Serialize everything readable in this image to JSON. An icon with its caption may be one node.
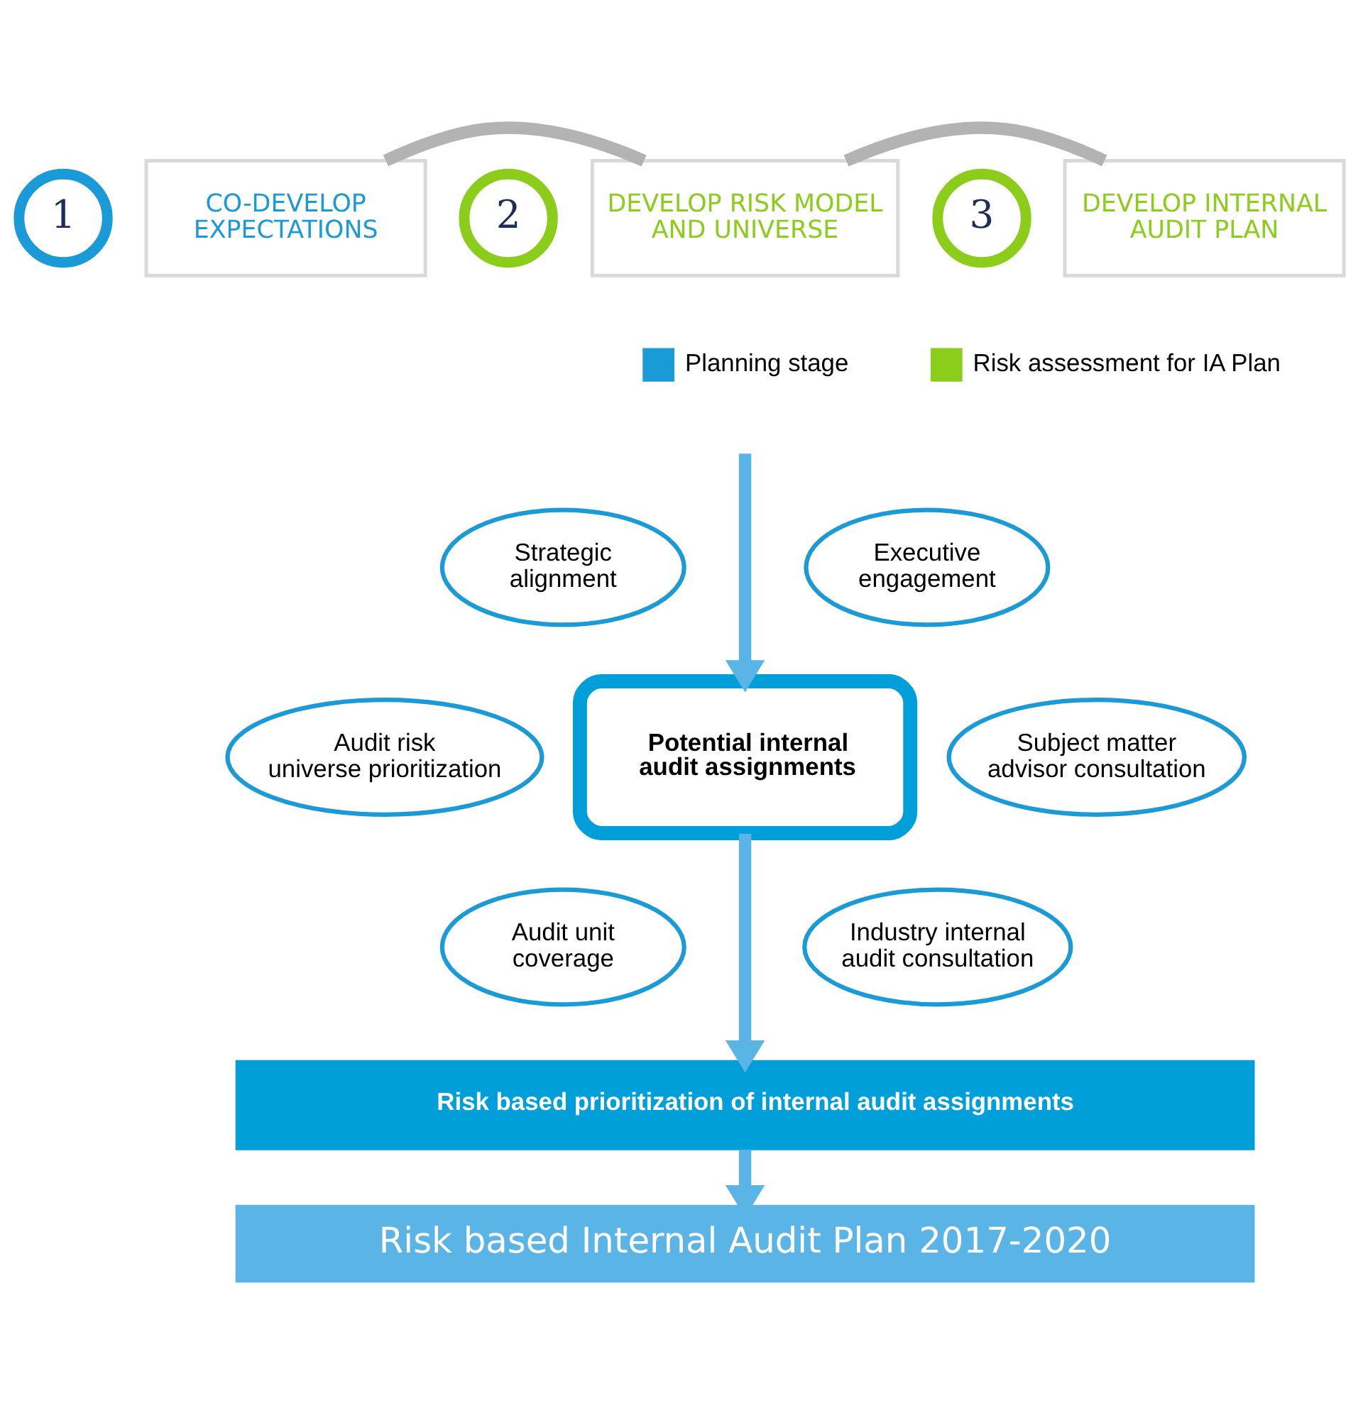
{
  "diagram": {
    "nodes": [
      {
        "text": [
          "1"
        ]
      },
      {
        "text": [
          "CO-DEVELOP EXPECTATIONS"
        ]
      },
      {
        "text": [
          "2"
        ]
      },
      {
        "text": [
          "DEVELOP RISK MODEL AND UNIVERSE"
        ]
      },
      {
        "text": [
          "3"
        ]
      },
      {
        "text": [
          "DEVELOP INTERNAL AUDIT PLAN"
        ]
      },
      {
        "text": [
          "Strategic alignment"
        ]
      },
      {
        "text": [
          "Executive engagement"
        ]
      },
      {
        "text": [
          "Audit risk universe prioritization"
        ]
      },
      {
        "text": [
          "Subject matter advisor consultation"
        ]
      },
      {
        "text": [
          "Audit unit coverage"
        ]
      },
      {
        "text": [
          "Industry internal audit consultation"
        ]
      },
      {
        "text": [
          "Potential internal audit assignments"
        ]
      },
      {
        "text": [
          "Risk based prioritization of internal audit assignments"
        ]
      },
      {
        "text": [
          "Risk based Internal Audit Plan 2017-2020"
        ]
      }
    ],
    "edges": [
      {
        "from": 1,
        "to": 3,
        "arrow": "none",
        "color": "#b3b3b3"
      },
      {
        "from": 3,
        "to": 5,
        "arrow": "none",
        "color": "#b3b3b3"
      },
      {
        "from": null,
        "to": 12,
        "arrow": "to"
      },
      {
        "from": 12,
        "to": 13,
        "arrow": "to"
      },
      {
        "from": 13,
        "to": 14,
        "arrow": "to"
      }
    ],
    "legend": [
      {
        "text": "Planning stage",
        "color": "#1a9ad6"
      },
      {
        "text": "Risk assessment for IA Plan",
        "color": "#8ccc1a"
      }
    ]
  }
}
